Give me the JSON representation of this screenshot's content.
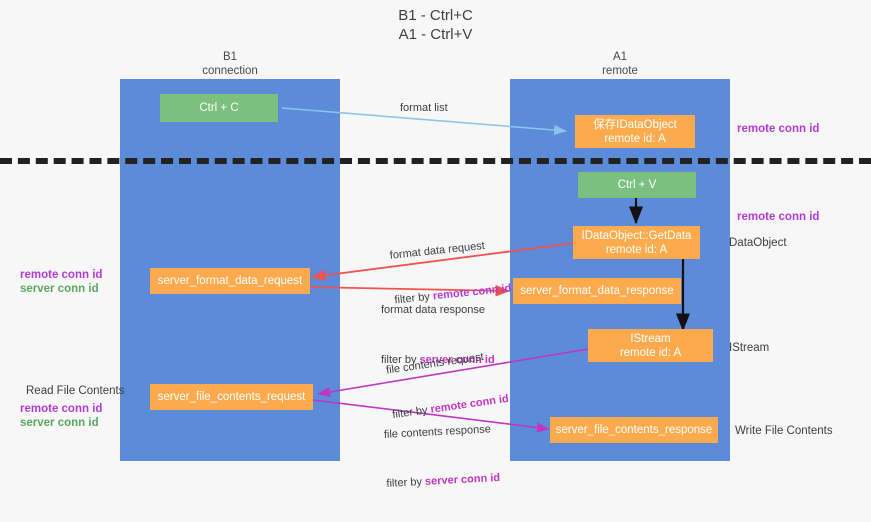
{
  "title": "B1 - Ctrl+C\nA1 - Ctrl+V",
  "columns": [
    {
      "name": "b1",
      "label": "B1\nconnection"
    },
    {
      "name": "a1",
      "label": "A1\nremote"
    }
  ],
  "nodes": [
    {
      "id": "ctrl-c",
      "line1": "Ctrl + C",
      "line2": "",
      "color": "green"
    },
    {
      "id": "save-idataobject",
      "line1": "保存IDataObject",
      "line2": "remote id: A",
      "color": "orange"
    },
    {
      "id": "ctrl-v",
      "line1": "Ctrl + V",
      "line2": "",
      "color": "green"
    },
    {
      "id": "idataobject-getdata",
      "line1": "IDataObject::GetData",
      "line2": "remote id: A",
      "color": "orange"
    },
    {
      "id": "server-format-data-request",
      "line1": "server_format_data_request",
      "line2": "",
      "color": "orange"
    },
    {
      "id": "server-format-data-response",
      "line1": "server_format_data_response",
      "line2": "",
      "color": "orange"
    },
    {
      "id": "istream",
      "line1": "IStream",
      "line2": "remote id: A",
      "color": "orange"
    },
    {
      "id": "server-file-contents-request",
      "line1": "server_file_contents_request",
      "line2": "",
      "color": "orange"
    },
    {
      "id": "server-file-contents-response",
      "line1": "server_file_contents_response",
      "line2": "",
      "color": "orange"
    }
  ],
  "edge_labels": {
    "format_list": "format list",
    "format_data_request": "format data request",
    "format_data_request_filter_prefix": "filter by ",
    "format_data_request_filter_value": "remote conn id",
    "format_data_response": "format data response",
    "format_data_response_filter_prefix": "filter by ",
    "format_data_response_filter_value": "server conn id",
    "file_contents_request": "file contents request",
    "file_contents_request_filter_prefix": "filter by ",
    "file_contents_request_filter_value": "remote conn id",
    "file_contents_response": "file contents response",
    "file_contents_response_filter_prefix": "filter by ",
    "file_contents_response_filter_value": "server conn id"
  },
  "annotations": {
    "right_remote_conn_id_top": "remote conn id",
    "right_remote_conn_id_mid": "remote conn id",
    "right_dataobject": "DataObject",
    "right_istream": "IStream",
    "right_write_file_contents": "Write File Contents",
    "left_remote_conn_id_mid": "remote conn id",
    "left_server_conn_id_mid": "server conn id",
    "left_read_file_contents": "Read File Contents",
    "left_remote_conn_id_bottom": "remote conn id",
    "left_server_conn_id_bottom": "server conn id"
  },
  "colors": {
    "lane": "#5b8bd9",
    "node_orange": "#fbab4e",
    "node_green": "#7bc07e",
    "accent_purple": "#b23bd6",
    "accent_green": "#5aa860",
    "arrow_red": "#ef5350",
    "arrow_blue": "#8bc4e8",
    "arrow_magenta": "#c036c0",
    "arrow_black": "#000000",
    "separator": "#222222",
    "background": "#f7f7f7"
  }
}
